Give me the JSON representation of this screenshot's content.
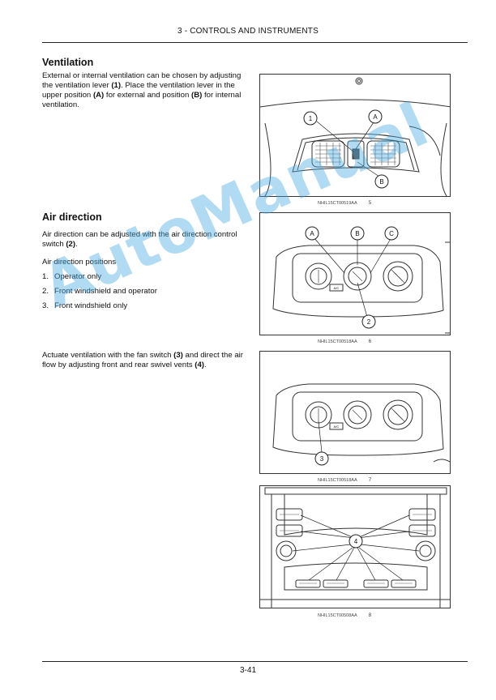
{
  "header": {
    "title": "3 - CONTROLS AND INSTRUMENTS"
  },
  "ventilation": {
    "title": "Ventilation",
    "text_1": "External or internal ventilation can be chosen by adjusting the ventilation lever ",
    "ref_lever": "(1)",
    "text_2": ". Place the ventilation lever in the upper position ",
    "ref_a": "(A)",
    "text_3": " for external and position ",
    "ref_b": "(B)",
    "text_4": " for internal ventilation."
  },
  "air_direction": {
    "title": "Air direction",
    "text_1": "Air direction can be adjusted with the air direction control switch ",
    "ref_switch": "(2)",
    "text_2": ".",
    "positions_heading": "Air direction positions",
    "positions": [
      {
        "num": "1.",
        "label": "Operator only"
      },
      {
        "num": "2.",
        "label": "Front windshield and operator"
      },
      {
        "num": "3.",
        "label": "Front windshield only"
      }
    ]
  },
  "actuate": {
    "text_1": "Actuate ventilation with the fan switch ",
    "ref_fan": "(3)",
    "text_2": " and direct the air flow by adjusting front and rear swivel vents ",
    "ref_vents": "(4)",
    "text_3": "."
  },
  "figures": [
    {
      "code": "NHIL15CT00519AA",
      "number": "5",
      "callouts": [
        "1",
        "A",
        "B"
      ]
    },
    {
      "code": "NHIL15CT00518AA",
      "number": "6",
      "callouts": [
        "A",
        "B",
        "C",
        "2"
      ],
      "dial_label": "A/C"
    },
    {
      "code": "NHIL15CT00518AA",
      "number": "7",
      "callouts": [
        "3"
      ],
      "dial_label": "A/C"
    },
    {
      "code": "NHIL15CT00508AA",
      "number": "8",
      "callouts": [
        "4"
      ]
    }
  ],
  "footer": {
    "page_number": "3-41"
  },
  "watermark": {
    "text": "AutoManual",
    "color": "#46aae1"
  }
}
